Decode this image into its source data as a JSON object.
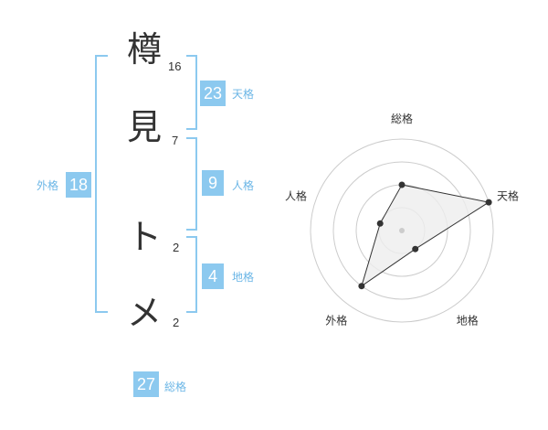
{
  "name": {
    "chars": [
      {
        "char": "樽",
        "strokes": "16"
      },
      {
        "char": "見",
        "strokes": "7"
      },
      {
        "char": "ト",
        "strokes": "2"
      },
      {
        "char": "メ",
        "strokes": "2"
      }
    ]
  },
  "fortune": {
    "tenkaku": {
      "label": "天格",
      "value": "23"
    },
    "jinkaku": {
      "label": "人格",
      "value": "9"
    },
    "chikaku": {
      "label": "地格",
      "value": "4"
    },
    "gaikaku": {
      "label": "外格",
      "value": "18"
    },
    "soukaku": {
      "label": "総格",
      "value": "27"
    }
  },
  "colors": {
    "accent": "#8cc9ef",
    "accent_text": "#6bb6e6",
    "radar_fill": "#eeeeee"
  },
  "chart_data": {
    "type": "radar",
    "axes": [
      "総格",
      "天格",
      "地格",
      "外格",
      "人格"
    ],
    "values": [
      2,
      4,
      1,
      3,
      1
    ],
    "range": [
      0,
      4
    ],
    "rings": 4
  }
}
